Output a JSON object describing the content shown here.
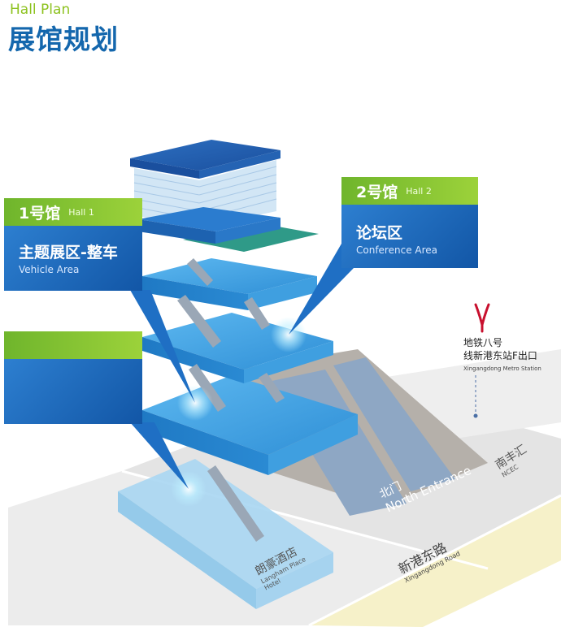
{
  "header": {
    "title_en": "Hall Plan",
    "title_zh": "展馆规划"
  },
  "hall1": {
    "number": "1号馆",
    "label_en": "Hall 1",
    "area_zh": "主题展区-整车",
    "area_en": "Vehicle Area"
  },
  "hall2": {
    "number": "2号馆",
    "label_en": "Hall 2",
    "area_zh": "论坛区",
    "area_en": "Conference Area"
  },
  "blank_callout": {
    "text": ""
  },
  "metro": {
    "line1": "地铁八号",
    "line2": "线新港东站F出口",
    "en": "Xingangdong Metro Station"
  },
  "entrance": {
    "zh": "北门",
    "en": "North Entrance"
  },
  "road": {
    "zh": "新港东路",
    "en": "Xingangdong Road"
  },
  "hotel": {
    "zh": "朗豪酒店",
    "en": "Langham Place Hotel"
  },
  "nanfeng": {
    "zh": "南丰汇",
    "en": "NCEC"
  },
  "colors": {
    "brand_blue": "#1467ad",
    "accent_green": "#8dc21f",
    "floor_blue": "#3a9de0",
    "metro_red": "#c8102e"
  },
  "icons": {
    "metro": "metro-logo-icon"
  }
}
